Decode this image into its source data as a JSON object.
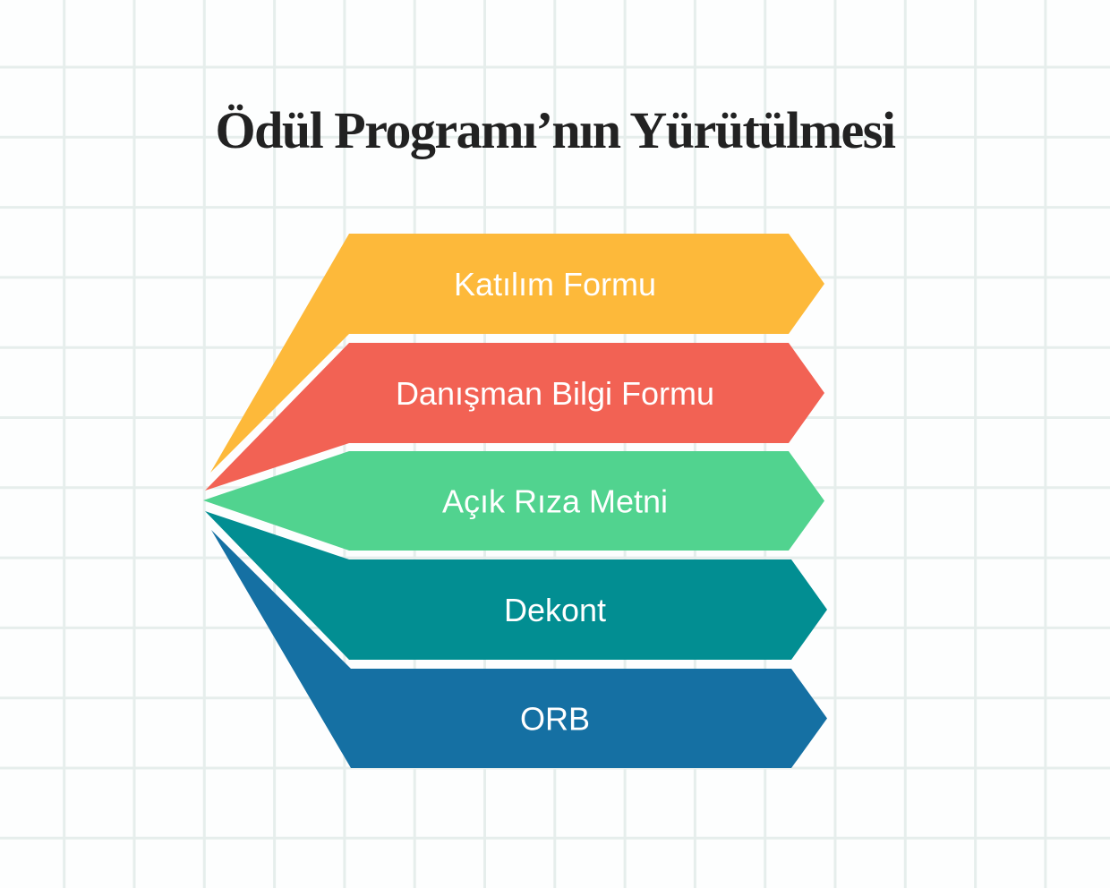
{
  "title": "Ödül Programı’nın Yürütülmesi",
  "steps": [
    {
      "label": "Katılım Formu",
      "color": "#fdb93a"
    },
    {
      "label": "Danışman Bilgi Formu",
      "color": "#f26254"
    },
    {
      "label": "Açık Rıza Metni",
      "color": "#51d38f"
    },
    {
      "label": "Dekont",
      "color": "#028e92"
    },
    {
      "label": "ORB",
      "color": "#1570a3"
    }
  ]
}
